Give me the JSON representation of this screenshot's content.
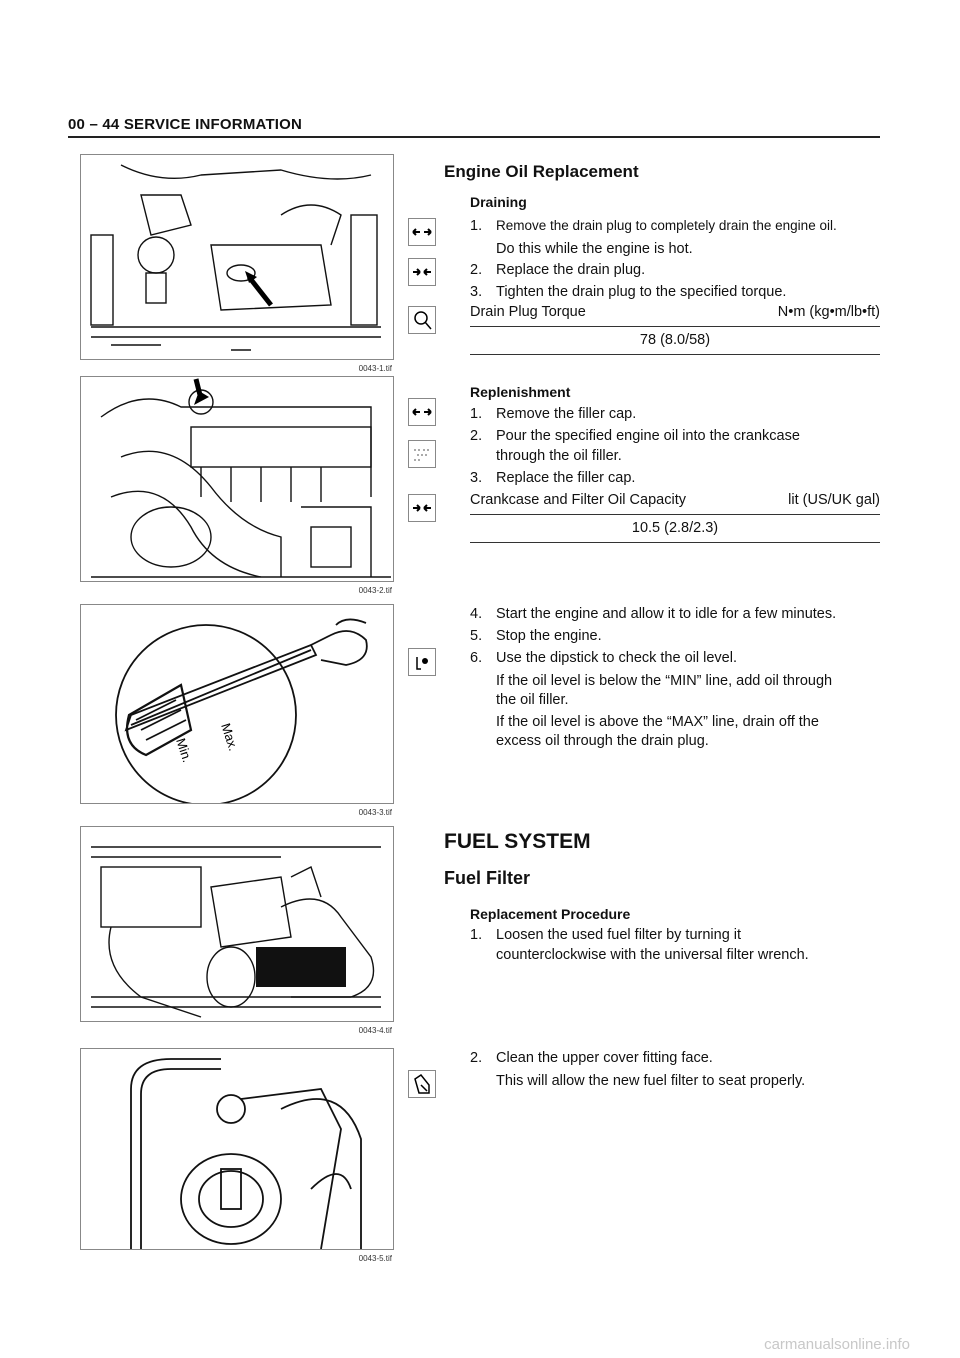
{
  "header": {
    "title": "00 – 44  SERVICE INFORMATION"
  },
  "figures": [
    {
      "caption": "0043-1.tif"
    },
    {
      "caption": "0043-2.tif"
    },
    {
      "caption": "0043-3.tif"
    },
    {
      "caption": "0043-4.tif"
    },
    {
      "caption": "0043-5.tif"
    }
  ],
  "oil": {
    "title": "Engine Oil Replacement",
    "draining": {
      "heading": "Draining",
      "steps": [
        {
          "num": "1.",
          "text": "Remove the drain plug to completely drain the engine oil."
        },
        {
          "num": "2.",
          "text": "Replace the drain plug."
        },
        {
          "num": "3.",
          "text": "Tighten the drain plug to the specified torque."
        }
      ],
      "note": "Do this while the engine is hot.",
      "spec": {
        "label": "Drain Plug Torque",
        "unit": "N•m (kg•m/lb•ft)",
        "value": "78 (8.0/58)"
      }
    },
    "replenishment": {
      "heading": "Replenishment",
      "steps": [
        {
          "num": "1.",
          "text": "Remove the filler cap."
        },
        {
          "num": "2.",
          "text": "Pour the specified engine oil into the crankcase"
        },
        {
          "num": "3.",
          "text": "Replace the filler cap."
        }
      ],
      "step2_cont": "through the oil filler.",
      "spec": {
        "label": "Crankcase and Filter Oil Capacity",
        "unit": "lit (US/UK gal)",
        "value": "10.5 (2.8/2.3)"
      }
    },
    "check": {
      "steps": [
        {
          "num": "4.",
          "text": "Start the engine and allow it to idle for a few minutes."
        },
        {
          "num": "5.",
          "text": "Stop the engine."
        },
        {
          "num": "6.",
          "text": "Use the dipstick to check the oil level."
        }
      ],
      "note1a": "If the oil level is below the “MIN” line, add oil through",
      "note1b": "the oil filler.",
      "note2a": "If the oil level is above the “MAX” line, drain off the",
      "note2b": "excess oil through the drain plug."
    }
  },
  "fuel": {
    "title": "FUEL SYSTEM",
    "subtitle": "Fuel Filter",
    "heading": "Replacement Procedure",
    "step1": {
      "num": "1.",
      "text": "Loosen the used fuel filter by turning it"
    },
    "step1_cont": "counterclockwise with the universal filter wrench.",
    "step2": {
      "num": "2.",
      "text": "Clean the upper cover fitting face."
    },
    "step2_note": "This will allow the new fuel filter to seat properly."
  },
  "figure_labels": {
    "max": "Max.",
    "min": "Min."
  },
  "watermark": "carmanualsonline.info"
}
